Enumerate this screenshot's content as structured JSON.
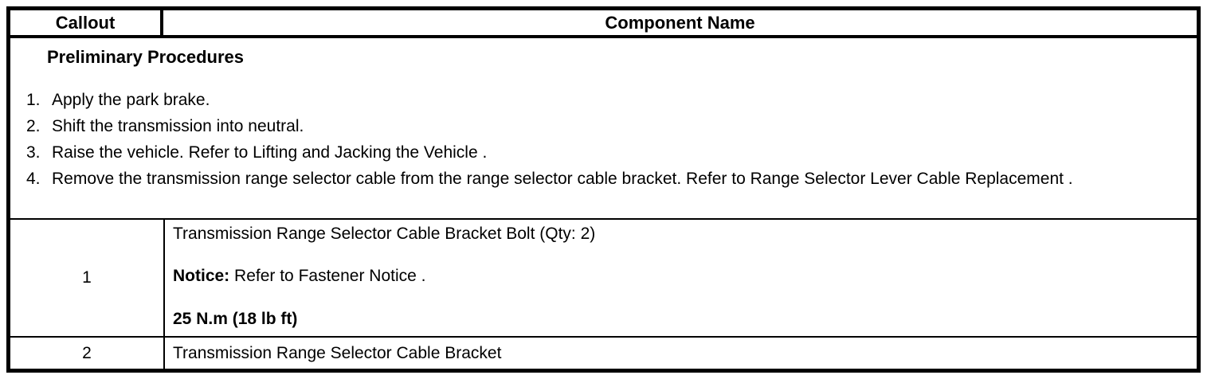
{
  "colors": {
    "text": "#000000",
    "border": "#000000",
    "background": "#ffffff"
  },
  "table": {
    "header": {
      "callout": "Callout",
      "component_name": "Component Name"
    },
    "preliminary": {
      "title": "Preliminary Procedures",
      "steps": [
        {
          "num": "1.",
          "text": "Apply the park brake."
        },
        {
          "num": "2.",
          "text": "Shift the transmission into neutral."
        },
        {
          "num": "3.",
          "text": "Raise the vehicle. Refer to Lifting and Jacking the Vehicle ."
        },
        {
          "num": "4.",
          "text": "Remove the transmission range selector cable from the range selector cable bracket. Refer to Range Selector Lever Cable Replacement ."
        }
      ]
    },
    "rows": [
      {
        "callout": "1",
        "component": "Transmission Range Selector Cable Bracket Bolt (Qty: 2)",
        "notice_label": "Notice:",
        "notice_text": "Refer to Fastener Notice .",
        "torque": "25 N.m (18 lb ft)"
      },
      {
        "callout": "2",
        "component": "Transmission Range Selector Cable Bracket"
      }
    ]
  }
}
